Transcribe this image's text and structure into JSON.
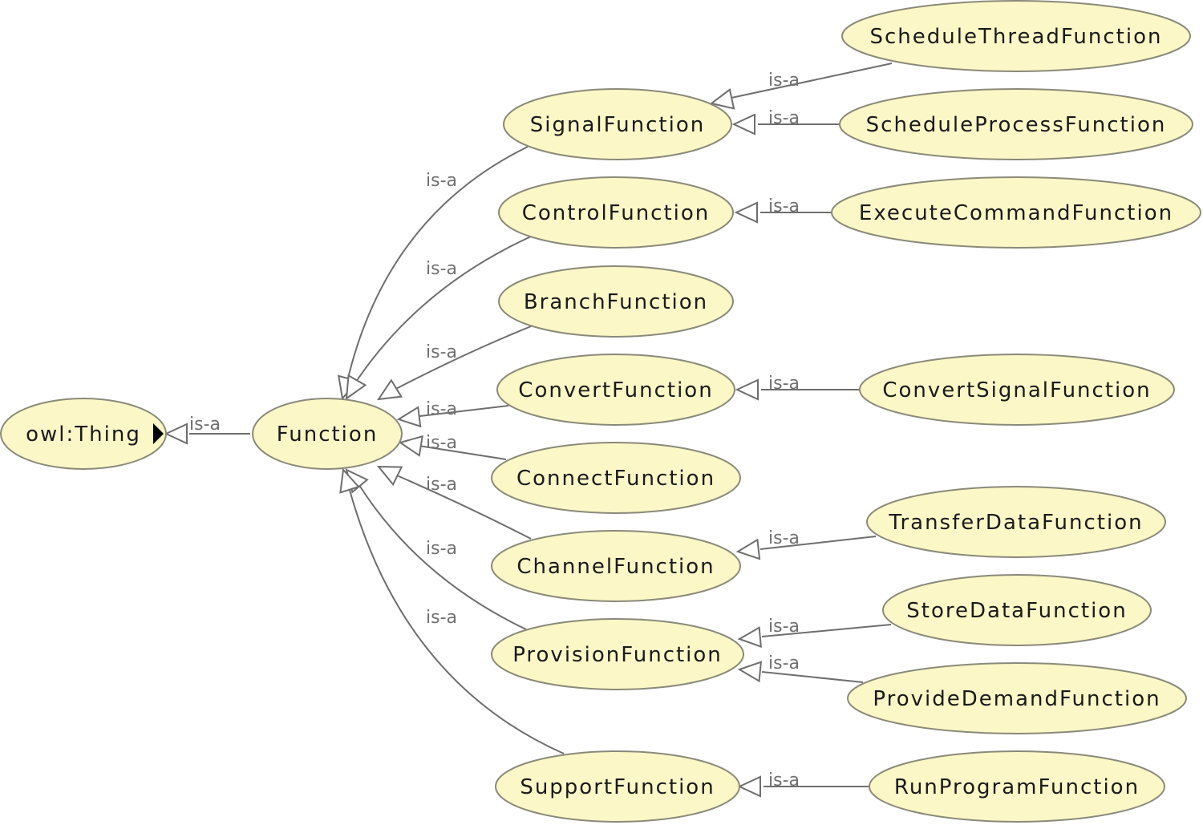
{
  "nodes": [
    {
      "id": "owl_thing",
      "label": "owl:Thing"
    },
    {
      "id": "function",
      "label": "Function"
    },
    {
      "id": "signal",
      "label": "SignalFunction"
    },
    {
      "id": "control",
      "label": "ControlFunction"
    },
    {
      "id": "branch",
      "label": "BranchFunction"
    },
    {
      "id": "convert",
      "label": "ConvertFunction"
    },
    {
      "id": "connect",
      "label": "ConnectFunction"
    },
    {
      "id": "channel",
      "label": "ChannelFunction"
    },
    {
      "id": "provision",
      "label": "ProvisionFunction"
    },
    {
      "id": "support",
      "label": "SupportFunction"
    },
    {
      "id": "schedule_thread",
      "label": "ScheduleThreadFunction"
    },
    {
      "id": "schedule_process",
      "label": "ScheduleProcessFunction"
    },
    {
      "id": "execute_command",
      "label": "ExecuteCommandFunction"
    },
    {
      "id": "convert_signal",
      "label": "ConvertSignalFunction"
    },
    {
      "id": "transfer_data",
      "label": "TransferDataFunction"
    },
    {
      "id": "store_data",
      "label": "StoreDataFunction"
    },
    {
      "id": "provide_demand",
      "label": "ProvideDemandFunction"
    },
    {
      "id": "run_program",
      "label": "RunProgramFunction"
    }
  ],
  "edges": [
    {
      "from": "function",
      "to": "owl_thing",
      "label": "is-a"
    },
    {
      "from": "signal",
      "to": "function",
      "label": "is-a"
    },
    {
      "from": "control",
      "to": "function",
      "label": "is-a"
    },
    {
      "from": "branch",
      "to": "function",
      "label": "is-a"
    },
    {
      "from": "convert",
      "to": "function",
      "label": "is-a"
    },
    {
      "from": "connect",
      "to": "function",
      "label": "is-a"
    },
    {
      "from": "channel",
      "to": "function",
      "label": "is-a"
    },
    {
      "from": "provision",
      "to": "function",
      "label": "is-a"
    },
    {
      "from": "support",
      "to": "function",
      "label": "is-a"
    },
    {
      "from": "schedule_thread",
      "to": "signal",
      "label": "is-a"
    },
    {
      "from": "schedule_process",
      "to": "signal",
      "label": "is-a"
    },
    {
      "from": "execute_command",
      "to": "control",
      "label": "is-a"
    },
    {
      "from": "convert_signal",
      "to": "convert",
      "label": "is-a"
    },
    {
      "from": "transfer_data",
      "to": "channel",
      "label": "is-a"
    },
    {
      "from": "store_data",
      "to": "provision",
      "label": "is-a"
    },
    {
      "from": "provide_demand",
      "to": "provision",
      "label": "is-a"
    },
    {
      "from": "run_program",
      "to": "support",
      "label": "is-a"
    }
  ]
}
